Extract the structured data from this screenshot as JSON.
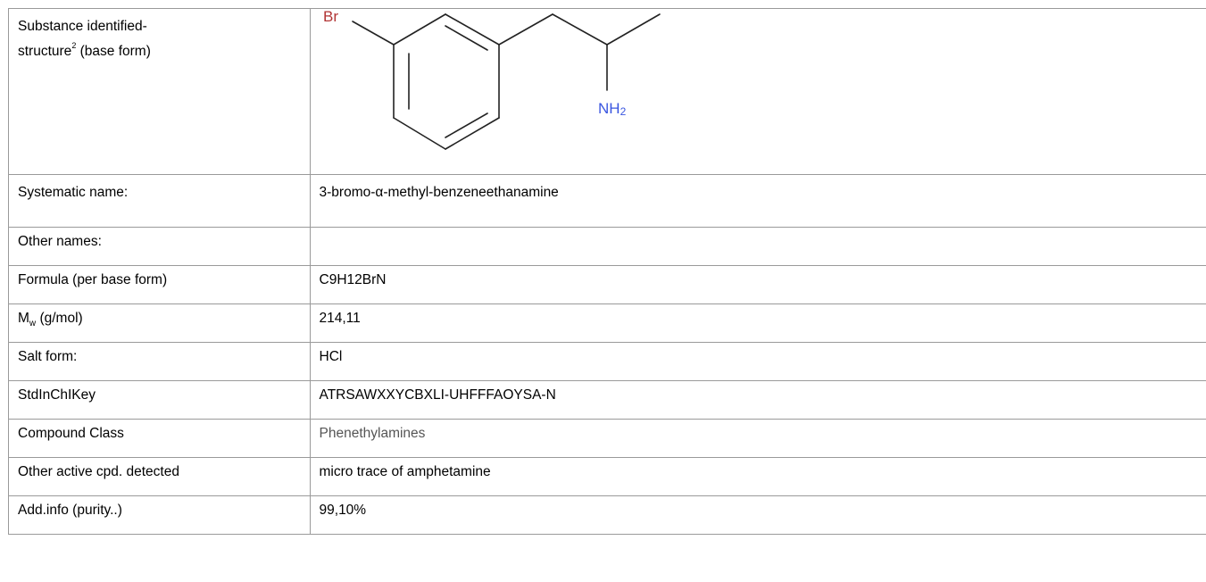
{
  "rows": {
    "structure": {
      "label_line1": "Substance identified-",
      "label_line2_pre": "structure",
      "label_sup": "2",
      "label_line2_post": " (base form)",
      "structure_labels": {
        "bromine": "Br",
        "amine_main": "NH",
        "amine_sub": "2"
      },
      "structure_colors": {
        "bromine": "#b23535",
        "amine": "#3a56e0",
        "bond": "#222222"
      }
    },
    "systematic_name": {
      "label": "Systematic name:",
      "value": "3-bromo-α-methyl-benzeneethanamine"
    },
    "other_names": {
      "label": "Other names:",
      "value": ""
    },
    "formula": {
      "label": "Formula (per base form)",
      "value": "C9H12BrN"
    },
    "mw": {
      "label_main": "M",
      "label_sub": "w",
      "label_post": " (g/mol)",
      "value": "214,11"
    },
    "salt_form": {
      "label": "Salt form:",
      "value": "HCl"
    },
    "stdinchikey": {
      "label": "StdInChIKey",
      "value": "ATRSAWXXYCBXLI-UHFFFAOYSA-N"
    },
    "compound_class": {
      "label": "Compound Class",
      "value": "Phenethylamines"
    },
    "other_active": {
      "label": "Other active cpd. detected",
      "value": "micro trace of amphetamine"
    },
    "add_info": {
      "label": "Add.info (purity..)",
      "value": "99,10%"
    }
  }
}
